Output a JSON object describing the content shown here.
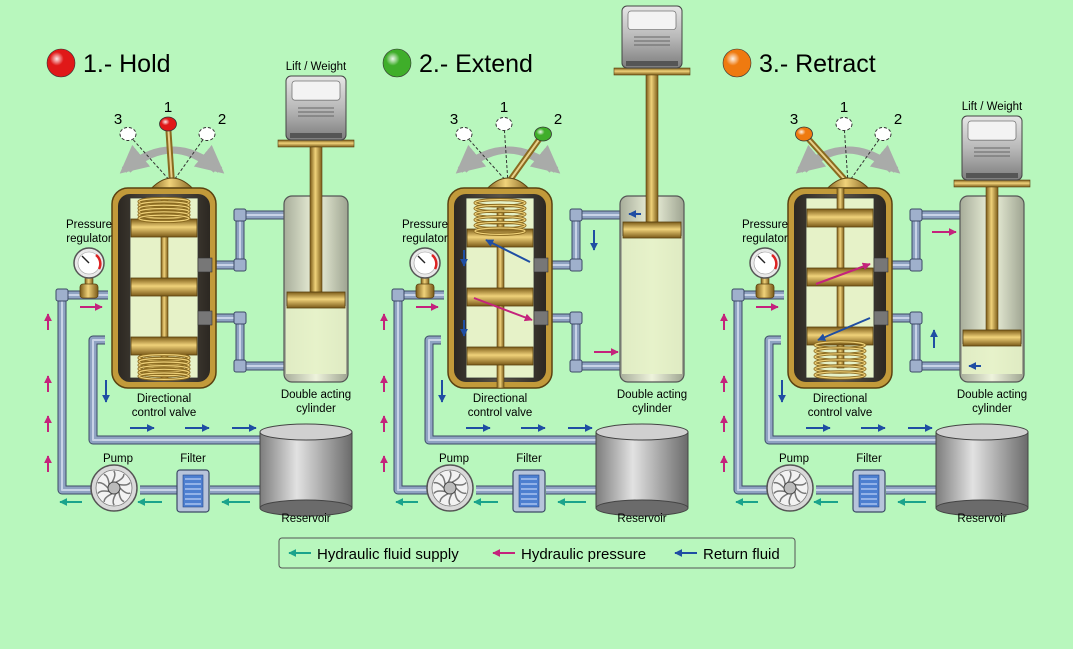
{
  "colors": {
    "background": "#b8f7bd",
    "pipe": "#8fa3c2",
    "metal": "#c29a3a",
    "fluid": "#e6f2c8",
    "housing": "#3f3b35",
    "supply_arrow": "#1aa38c",
    "pressure_arrow": "#c4237c",
    "return_arrow": "#1f4ea3"
  },
  "panels": [
    {
      "id": "hold",
      "title": "1.- Hold",
      "indicator_color": "#e01818",
      "lever_position": "1",
      "cylinder_state": "mid",
      "show_lift_label": true
    },
    {
      "id": "extend",
      "title": "2.- Extend",
      "indicator_color": "#3fae2a",
      "lever_position": "2",
      "cylinder_state": "extended",
      "show_lift_label": false
    },
    {
      "id": "retract",
      "title": "3.- Retract",
      "indicator_color": "#ef7a10",
      "lever_position": "3",
      "cylinder_state": "retracted",
      "show_lift_label": true
    }
  ],
  "labels": {
    "pos1": "1",
    "pos2": "2",
    "pos3": "3",
    "lift": "Lift / Weight",
    "pressure_regulator": [
      "Pressure",
      "regulator"
    ],
    "directional_control_valve": [
      "Directional",
      "control valve"
    ],
    "double_acting_cylinder": [
      "Double acting",
      "cylinder"
    ],
    "pump": "Pump",
    "filter": "Filter",
    "reservoir": "Reservoir"
  },
  "legend": {
    "items": [
      {
        "label": "Hydraulic fluid supply",
        "kind": "supply"
      },
      {
        "label": "Hydraulic pressure",
        "kind": "pressure"
      },
      {
        "label": "Return fluid",
        "kind": "return"
      }
    ]
  }
}
